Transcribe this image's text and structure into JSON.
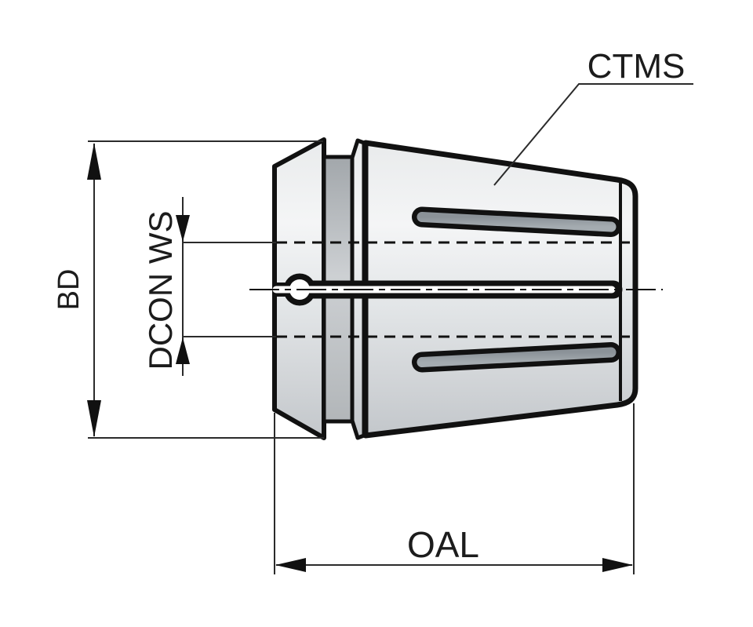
{
  "diagram": {
    "type": "technical-drawing",
    "subject": "ER collet side cross-section with dimension callouts",
    "labels": {
      "ctms": "CTMS",
      "bd": "BD",
      "dcon_ws": "DCON WS",
      "oal": "OAL"
    },
    "colors": {
      "background": "#ffffff",
      "outline": "#111111",
      "dimension_line": "#2b2b2b",
      "text": "#1c1c1c",
      "body_highlight": "#f4f5f6",
      "body_shadow": "#c3c7cb",
      "groove_shadow": "#a2a7ab",
      "slot_fill": "#969da3"
    }
  }
}
